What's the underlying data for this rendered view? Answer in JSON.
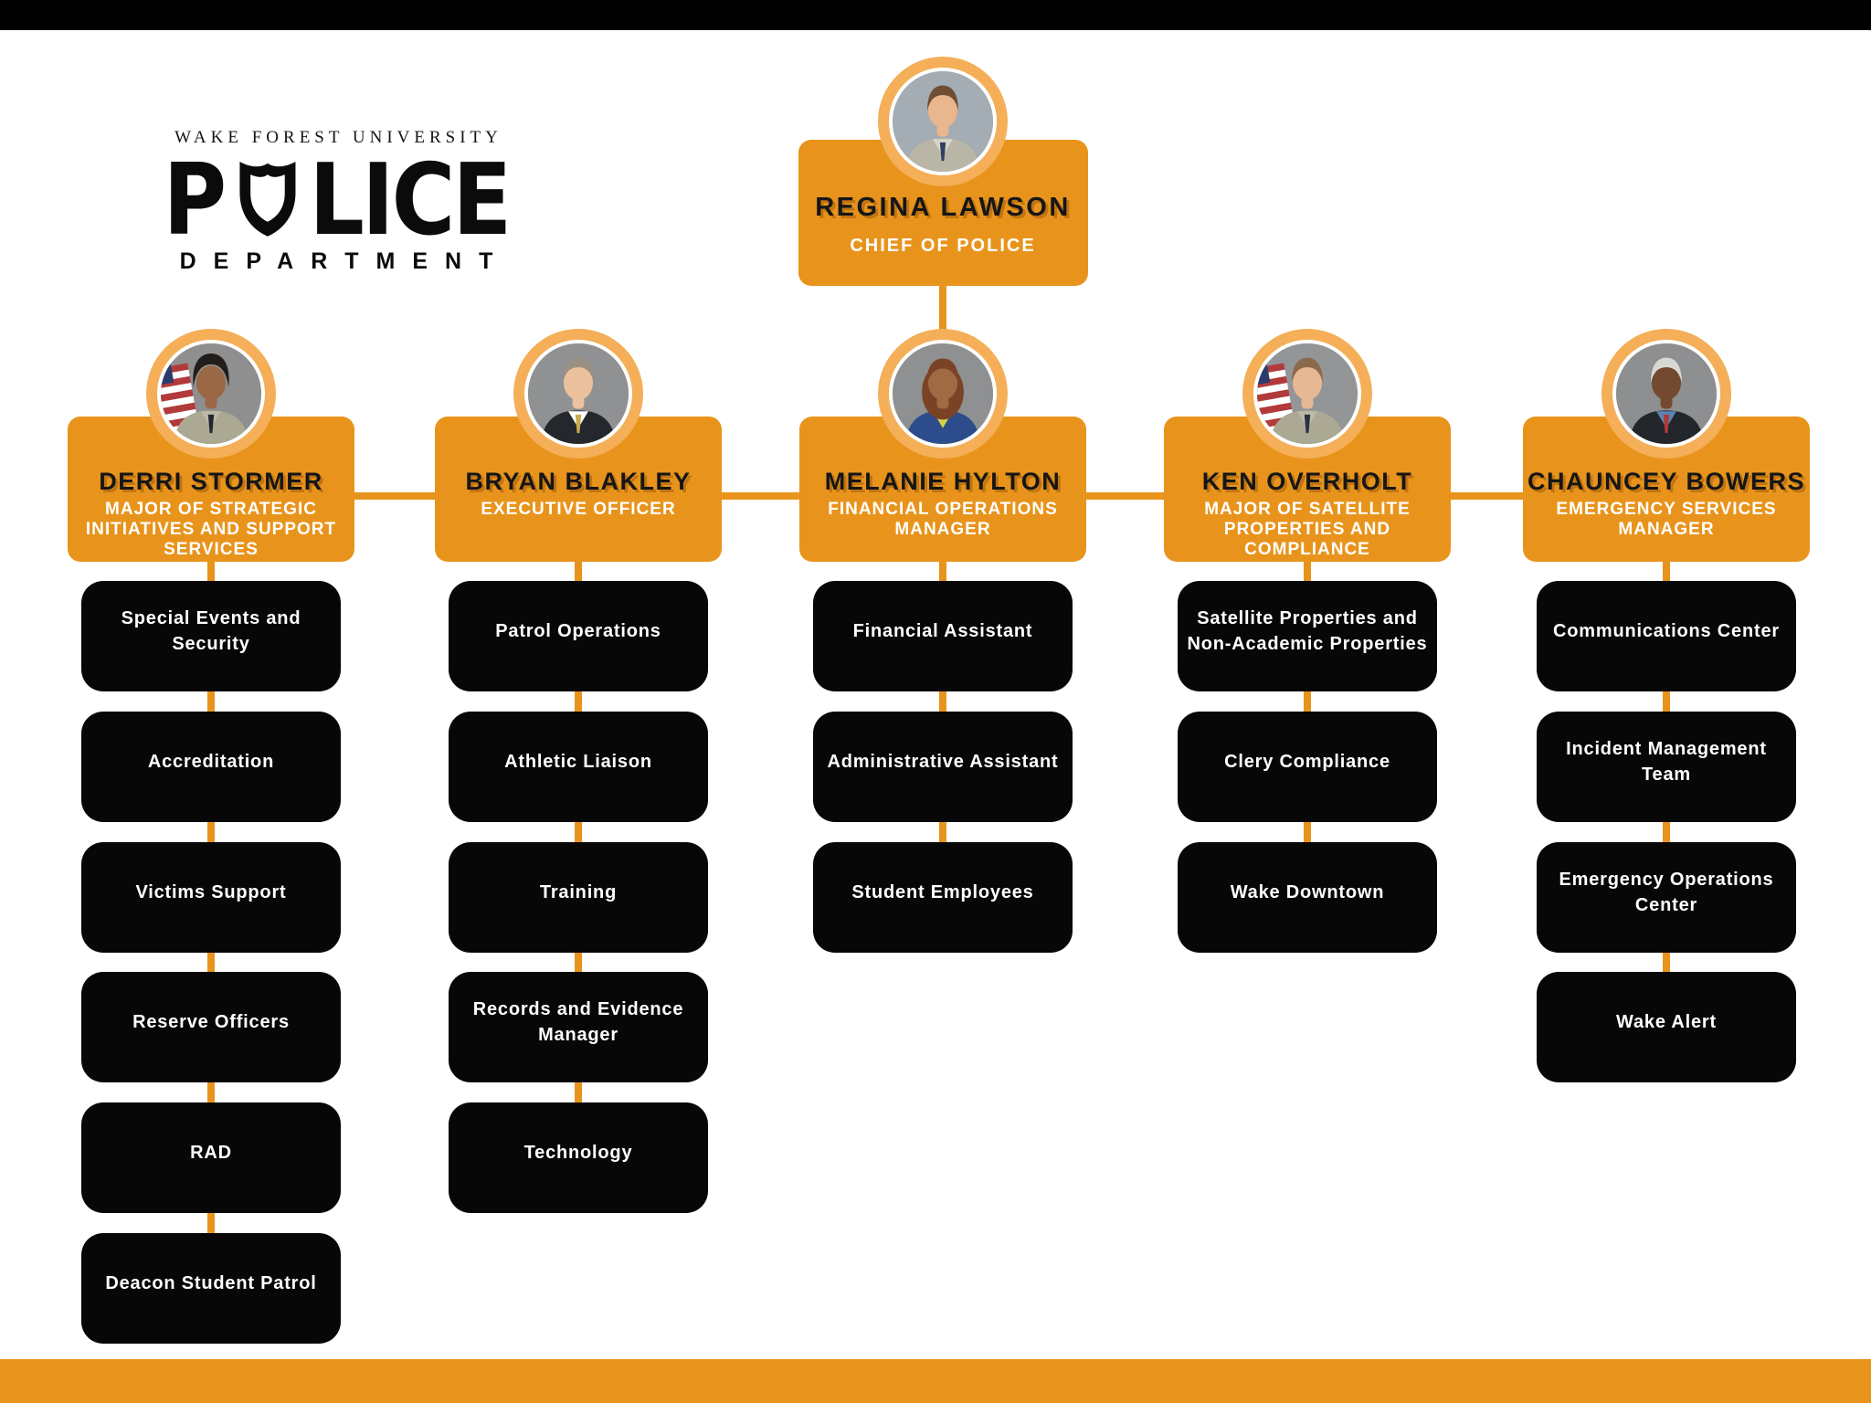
{
  "page": {
    "background": "#FFFFFF",
    "top_bar_color": "#000000",
    "bottom_bar_color": "#E8941C"
  },
  "colors": {
    "accent_orange": "#E8941C",
    "photo_ring_orange": "#F4AF58",
    "unit_box_black": "#070707",
    "name_text": "#161616",
    "subtitle_text": "#FFFFFF",
    "connector": "#E8941C",
    "photo_green_arc": "#7CB93F"
  },
  "logo": {
    "line1": "WAKE FOREST UNIVERSITY",
    "word_part1": "P",
    "word_part2": "LICE",
    "shield_icon": "wfu-shield-icon",
    "line3": "DEPARTMENT"
  },
  "chart": {
    "root": {
      "name": "REGINA LAWSON",
      "title": "CHIEF OF POLICE",
      "avatar": {
        "bg": "#A4ACB4",
        "skin": "#EAB68E",
        "hair": "#6F4E33",
        "hair_style": "short",
        "top": "#B9B6A8",
        "shirt": "#D9D6C8",
        "tie": "#30405E",
        "flag": false,
        "green": false
      }
    },
    "columns": [
      {
        "name": "DERRI STORMER",
        "title": "MAJOR OF STRATEGIC\nINITIATIVES AND SUPPORT\nSERVICES",
        "avatar": {
          "bg": "#8F8F8F",
          "skin": "#9A6844",
          "hair": "#221C1A",
          "hair_style": "curly",
          "top": "#ABA893",
          "shirt": "#BDBAA8",
          "tie": "#23282F",
          "flag": true,
          "green": true
        },
        "children": [
          "Special Events and\nSecurity",
          "Accreditation",
          "Victims Support",
          "Reserve Officers",
          "RAD",
          "Deacon Student Patrol"
        ]
      },
      {
        "name": "BRYAN BLAKLEY",
        "title": "EXECUTIVE OFFICER",
        "avatar": {
          "bg": "#909192",
          "skin": "#EBC19E",
          "hair": "#9A9183",
          "hair_style": "short",
          "top": "#24272C",
          "shirt": "#FFFFFF",
          "tie": "#C9A94E",
          "flag": false,
          "green": true
        },
        "children": [
          "Patrol Operations",
          "Athletic Liaison",
          "Training",
          "Records and Evidence\nManager",
          "Technology"
        ]
      },
      {
        "name": "MELANIE HYLTON",
        "title": "FINANCIAL OPERATIONS\nMANAGER",
        "avatar": {
          "bg": "#8F9091",
          "skin": "#A06A45",
          "hair": "#7B4326",
          "hair_style": "long",
          "top": "#2C4C8C",
          "shirt": "#D8D145",
          "tie": "",
          "flag": false,
          "green": true
        },
        "children": [
          "Financial Assistant",
          "Administrative Assistant",
          "Student Employees"
        ]
      },
      {
        "name": "KEN OVERHOLT",
        "title": "MAJOR OF SATELLITE\nPROPERTIES AND\nCOMPLIANCE",
        "avatar": {
          "bg": "#939597",
          "skin": "#E6B894",
          "hair": "#8A6A4D",
          "hair_style": "short",
          "top": "#ABA893",
          "shirt": "#BDBAA8",
          "tie": "#2A3040",
          "flag": true,
          "green": true
        },
        "children": [
          "Satellite Properties and\nNon-Academic Properties",
          "Clery Compliance",
          "Wake Downtown"
        ]
      },
      {
        "name": "CHAUNCEY BOWERS",
        "title": "EMERGENCY SERVICES\nMANAGER",
        "avatar": {
          "bg": "#8E8F90",
          "skin": "#73492F",
          "hair": "#D8D8D2",
          "hair_style": "short",
          "top": "#23262B",
          "shirt": "#5B83B8",
          "tie": "#AF3B33",
          "flag": false,
          "green": false
        },
        "children": [
          "Communications Center",
          "Incident Management\nTeam",
          "Emergency Operations\nCenter",
          "Wake Alert"
        ]
      }
    ]
  }
}
